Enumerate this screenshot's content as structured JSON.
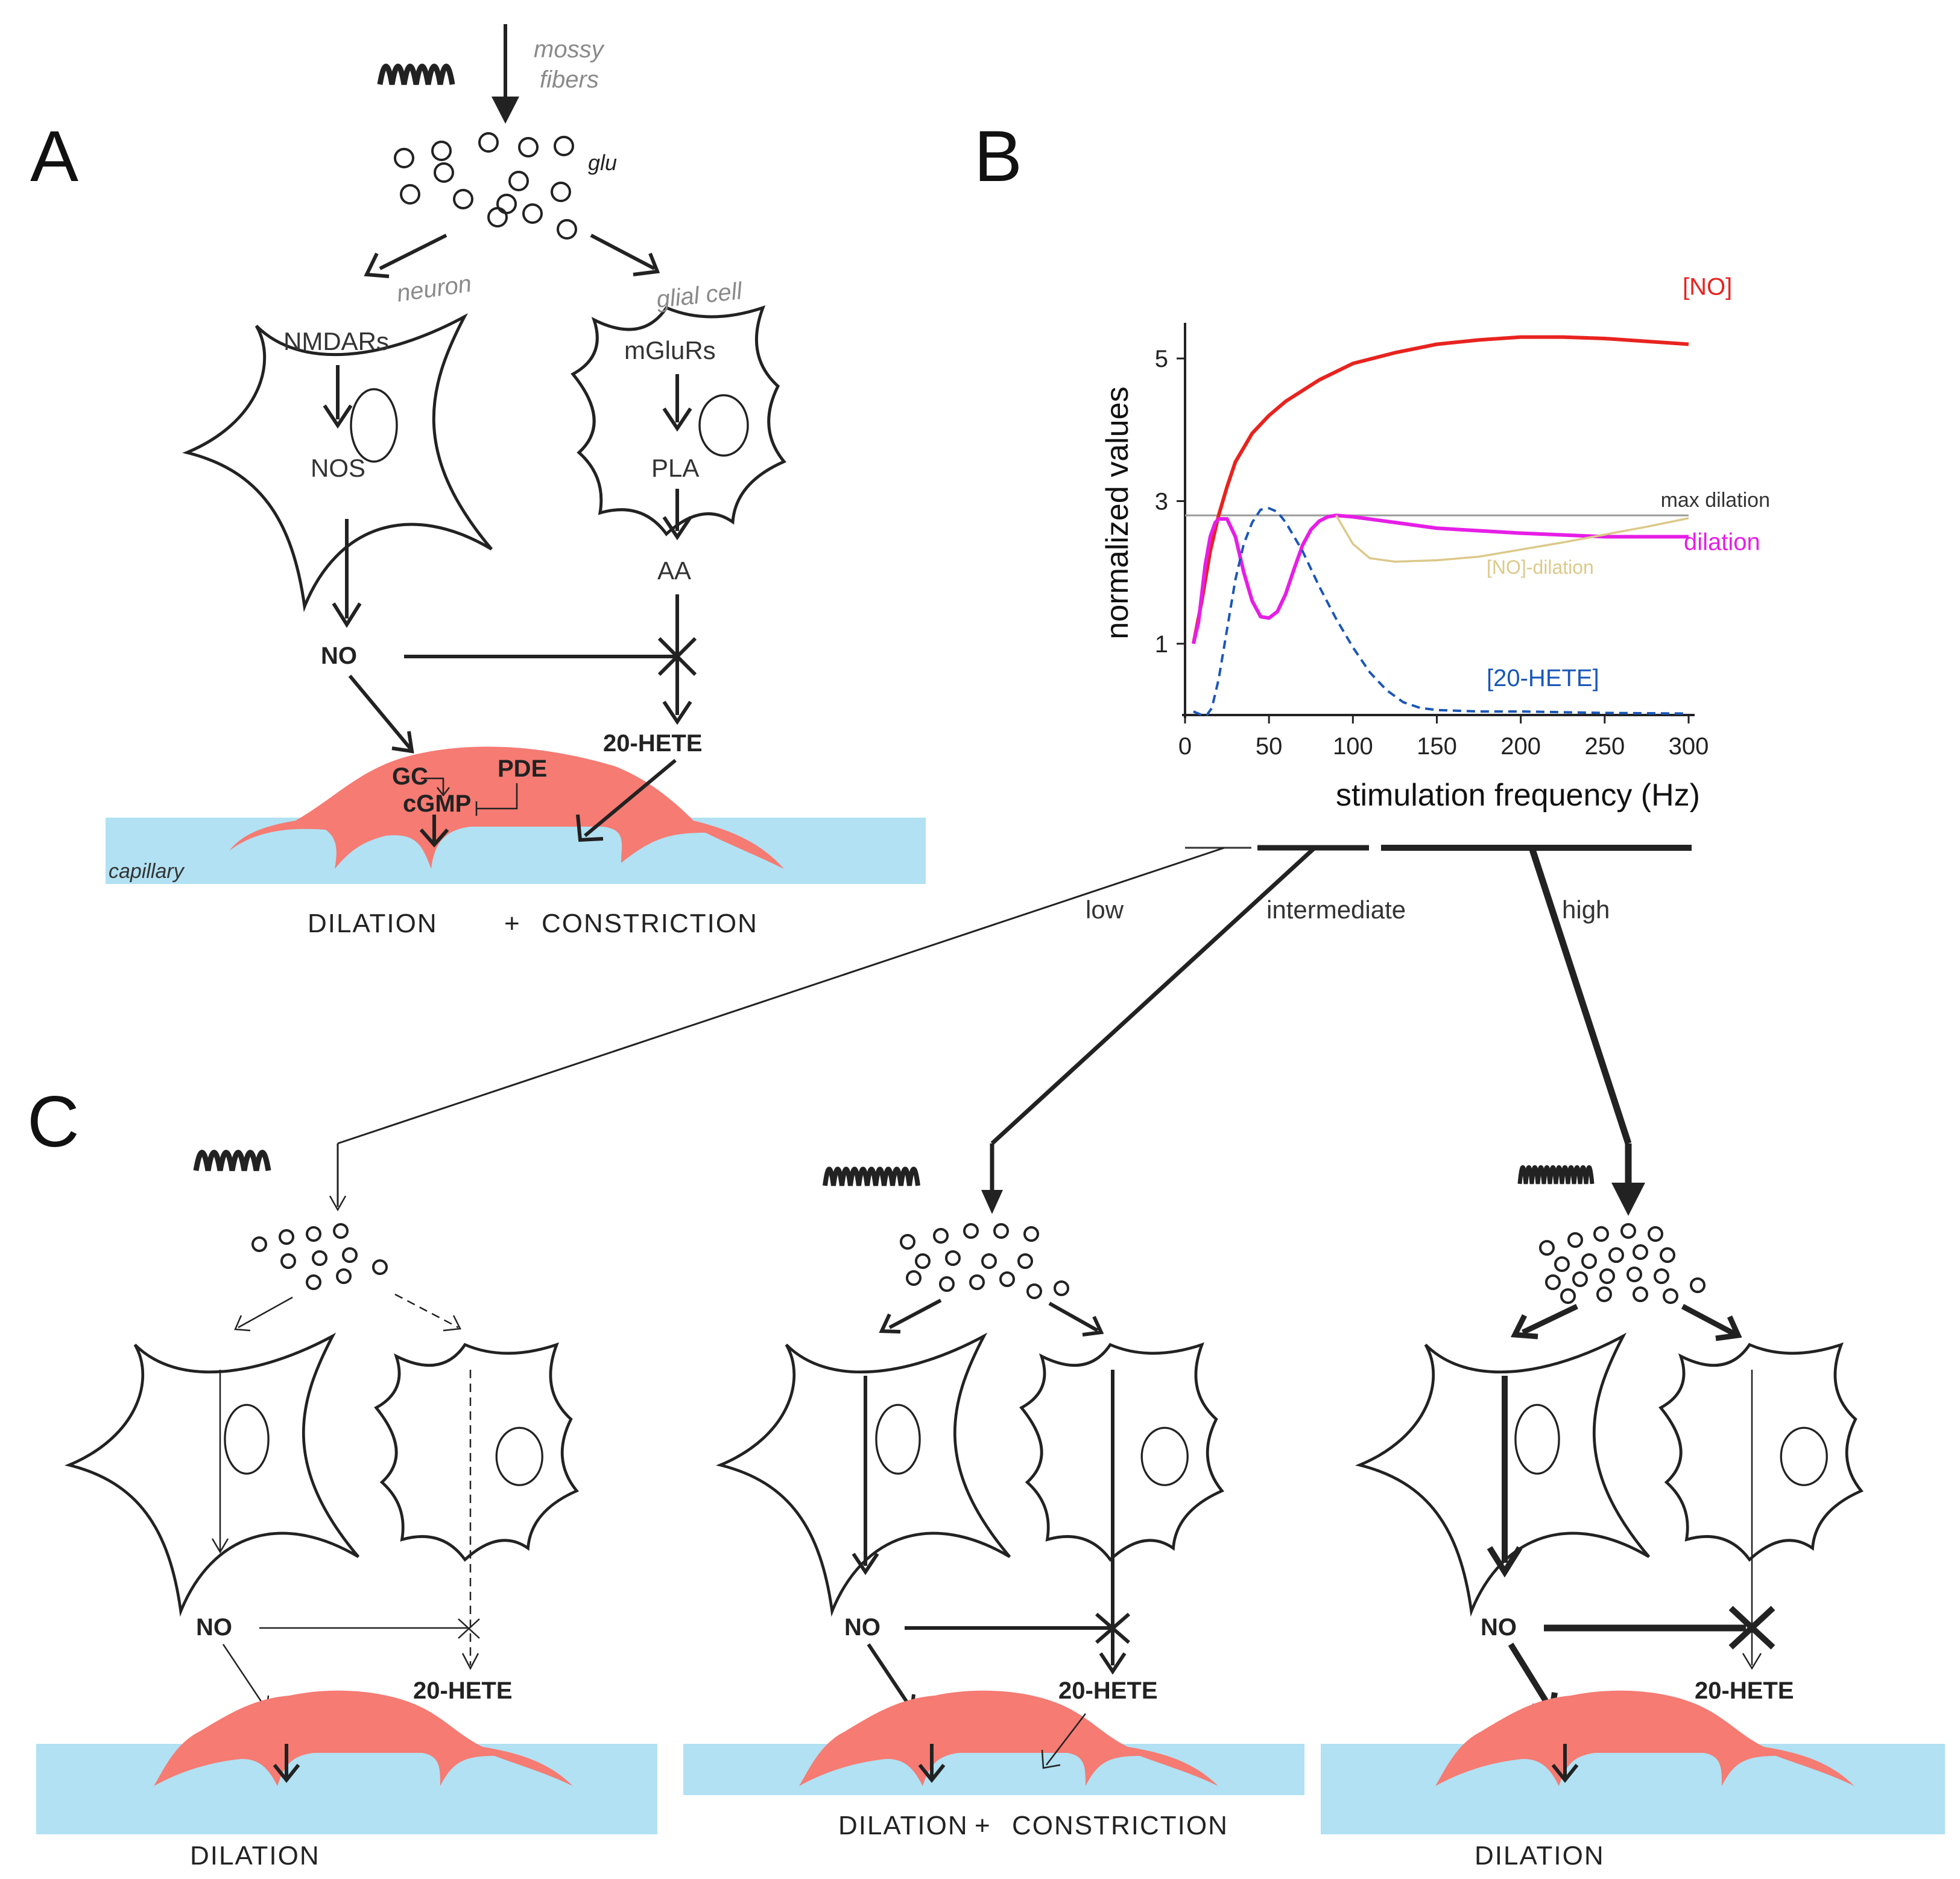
{
  "panels": {
    "a": "A",
    "b": "B",
    "c": "C"
  },
  "panel_a": {
    "input_label": "mossy\nfibers",
    "input_label_line1": "mossy",
    "input_label_line2": "fibers",
    "glu": "glu",
    "neuron": "neuron",
    "glial_cell": "glial cell",
    "nmdars": "NMDARs",
    "nos": "NOS",
    "mglurs": "mGluRs",
    "pla": "PLA",
    "aa": "AA",
    "no": "NO",
    "hete": "20-HETE",
    "gc": "GC",
    "cgmp": "cGMP",
    "pde": "PDE",
    "capillary": "capillary",
    "dilation": "DILATION",
    "plus": "+",
    "constriction": "CONSTRICTION"
  },
  "panel_b": {
    "ylabel": "normalized values",
    "xlabel": "stimulation frequency (Hz)",
    "max_dilation_label": "max dilation",
    "ranges": [
      "low",
      "intermediate",
      "high"
    ]
  },
  "chart_data": {
    "type": "line",
    "xlabel": "stimulation frequency (Hz)",
    "ylabel": "normalized values",
    "xlim": [
      0,
      300
    ],
    "ylim": [
      0,
      5.5
    ],
    "xticks": [
      0,
      50,
      100,
      150,
      200,
      250,
      300
    ],
    "yticks": [
      1,
      3,
      5
    ],
    "reference_line": {
      "label": "max dilation",
      "y": 2.8,
      "color": "#9a9a9a"
    },
    "series": [
      {
        "name": "[NO]",
        "color": "#e8231f",
        "dash": false,
        "x": [
          5,
          10,
          15,
          20,
          25,
          30,
          40,
          50,
          60,
          80,
          100,
          125,
          150,
          175,
          200,
          225,
          250,
          275,
          300
        ],
        "y": [
          1.0,
          1.6,
          2.3,
          2.8,
          3.2,
          3.55,
          3.95,
          4.2,
          4.4,
          4.7,
          4.93,
          5.08,
          5.2,
          5.26,
          5.3,
          5.3,
          5.28,
          5.24,
          5.2
        ]
      },
      {
        "name": "dilation",
        "color": "#e61ee6",
        "dash": false,
        "x": [
          5,
          8,
          10,
          12,
          15,
          18,
          20,
          25,
          30,
          35,
          40,
          45,
          50,
          55,
          60,
          65,
          70,
          75,
          80,
          85,
          90,
          100,
          125,
          150,
          200,
          250,
          300
        ],
        "y": [
          1.0,
          1.3,
          1.7,
          2.1,
          2.5,
          2.7,
          2.75,
          2.75,
          2.5,
          2.0,
          1.6,
          1.38,
          1.36,
          1.45,
          1.7,
          2.05,
          2.38,
          2.6,
          2.72,
          2.78,
          2.8,
          2.78,
          2.7,
          2.62,
          2.55,
          2.5,
          2.5
        ]
      },
      {
        "name": "[NO]-dilation",
        "color": "#dcc98a",
        "dash": false,
        "x": [
          90,
          95,
          100,
          110,
          125,
          150,
          175,
          200,
          225,
          250,
          275,
          300
        ],
        "y": [
          2.8,
          2.6,
          2.4,
          2.2,
          2.15,
          2.17,
          2.22,
          2.32,
          2.42,
          2.53,
          2.64,
          2.76
        ]
      },
      {
        "name": "[20-HETE]",
        "color": "#1a57b8",
        "dash": true,
        "x": [
          5,
          10,
          13,
          16,
          20,
          25,
          30,
          35,
          40,
          45,
          50,
          55,
          60,
          65,
          70,
          80,
          90,
          100,
          110,
          120,
          130,
          140,
          150,
          175,
          200,
          250,
          300
        ],
        "y": [
          0.05,
          0.0,
          0.0,
          0.1,
          0.5,
          1.2,
          1.9,
          2.4,
          2.7,
          2.88,
          2.9,
          2.85,
          2.7,
          2.5,
          2.3,
          1.8,
          1.35,
          0.95,
          0.6,
          0.35,
          0.18,
          0.1,
          0.07,
          0.05,
          0.05,
          0.03,
          0.02
        ]
      }
    ]
  },
  "panel_c": {
    "low": {
      "no": "NO",
      "hete": "20-HETE",
      "caption": "DILATION"
    },
    "intermediate": {
      "no": "NO",
      "hete": "20-HETE",
      "caption_dilation": "DILATION",
      "plus": "+",
      "caption_constriction": "CONSTRICTION"
    },
    "high": {
      "no": "NO",
      "hete": "20-HETE",
      "caption": "DILATION"
    }
  },
  "colors": {
    "no_text": "#e8231f",
    "hete_active": "#0b3ea6",
    "hete_faded": "#cfd8e6",
    "pericyte": "#f57b73",
    "capillary": "#b1e1f2"
  }
}
